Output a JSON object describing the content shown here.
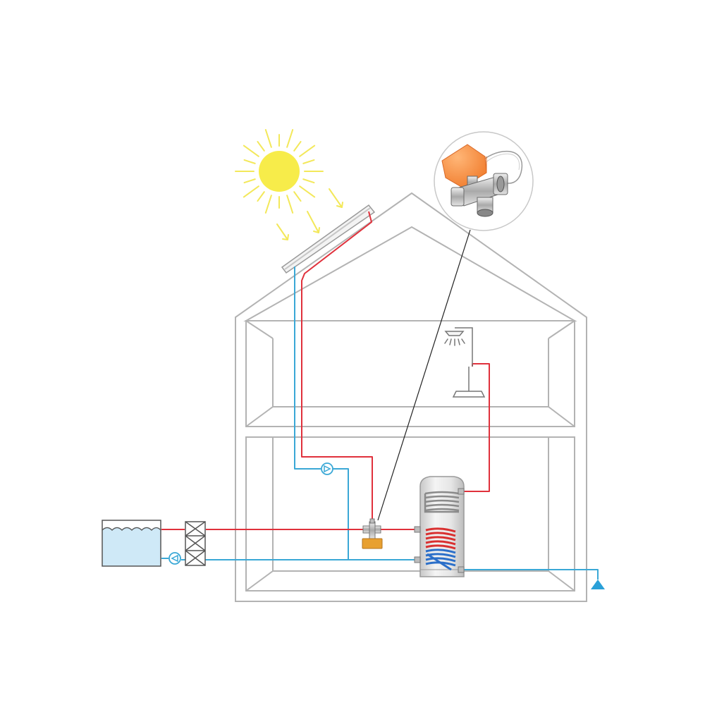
{
  "diagram": {
    "kind": "solar water heating system schematic",
    "colors": {
      "house_outline": "#b3b3b3",
      "hot_pipe": "#e0313c",
      "cold_pipe": "#3aa8d6",
      "sun": "#f7ec4a",
      "sun_rays": "#f3e85a",
      "water": "#cfe9f7",
      "valve_actuator": "#e8a030",
      "valve_body": "#c9c9c9",
      "callout_line": "#222222",
      "drain_marker": "#2aa0d8"
    },
    "components": [
      {
        "id": "sun",
        "icon": "sun-icon"
      },
      {
        "id": "solar-collector",
        "icon": "solar-panel-icon"
      },
      {
        "id": "shower",
        "icon": "shower-head-icon"
      },
      {
        "id": "storage-tank",
        "icon": "boiler-tank-icon"
      },
      {
        "id": "heat-exchanger",
        "icon": "heat-exchanger-icon"
      },
      {
        "id": "pump",
        "icon": "pump-icon"
      },
      {
        "id": "three-way-valve",
        "icon": "motorized-valve-icon"
      },
      {
        "id": "valve-callout",
        "icon": "valve-photo-icon"
      },
      {
        "id": "water-reservoir",
        "icon": "water-tank-icon"
      },
      {
        "id": "cold-water-inlet",
        "icon": "triangle-marker-icon"
      }
    ]
  }
}
